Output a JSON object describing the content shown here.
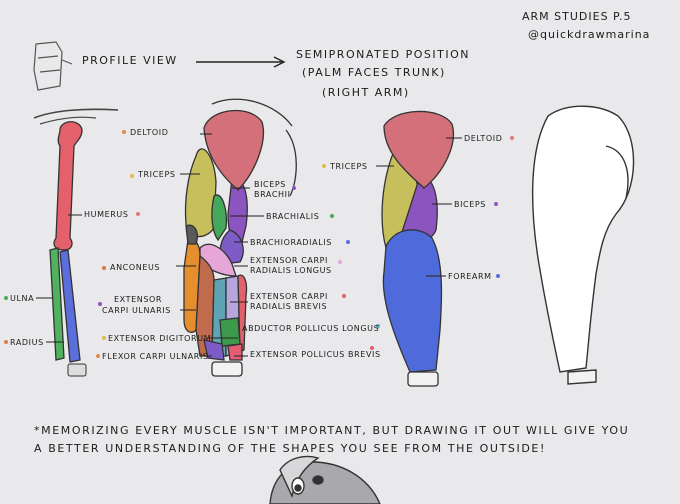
{
  "credit": {
    "title": "Arm studies p.5",
    "handle": "@quickdrawmarina"
  },
  "headings": {
    "profile": "Profile view",
    "semipronated_line1": "Semipronated position",
    "semipronated_line2": "(palm faces trunk)",
    "semipronated_line3": "(right arm)"
  },
  "labels": {
    "deltoid": "Deltoid",
    "triceps": "Triceps",
    "humerus": "Humerus",
    "ulna": "Ulna",
    "radius": "Radius",
    "biceps_brachii_1": "Biceps",
    "biceps_brachii_2": "Brachii",
    "brachialis": "Brachialis",
    "brachioradialis": "Brachioradialis",
    "anconeus": "Anconeus",
    "ecrl_1": "Extensor carpi",
    "ecrl_2": "radialis longus",
    "ecu_1": "Extensor",
    "ecu_2": "carpi ulnaris",
    "ecrb_1": "Extensor carpi",
    "ecrb_2": "radialis brevis",
    "ext_digitorum": "Extensor digitorum",
    "apl": "Abductor pollicus longus",
    "fcu": "Flexor carpi ulnaris",
    "epb": "Extensor pollicus brevis",
    "deltoid_r": "Deltoid",
    "triceps_r": "Triceps",
    "biceps_r": "Biceps",
    "forearm_r": "Forearm"
  },
  "note": {
    "line1": "*Memorizing every muscle isn't important, but drawing it out will give you",
    "line2": "a better understanding of the shapes you see from the outside!"
  },
  "colors": {
    "background": "#e9e9eb",
    "deltoid": "#d3707a",
    "triceps": "#c7bf5c",
    "biceps": "#8b54bf",
    "forearm": "#4f6bdb",
    "humerus": "#e4616b",
    "ulna": "#50b15f",
    "radius": "#5a6edc"
  }
}
